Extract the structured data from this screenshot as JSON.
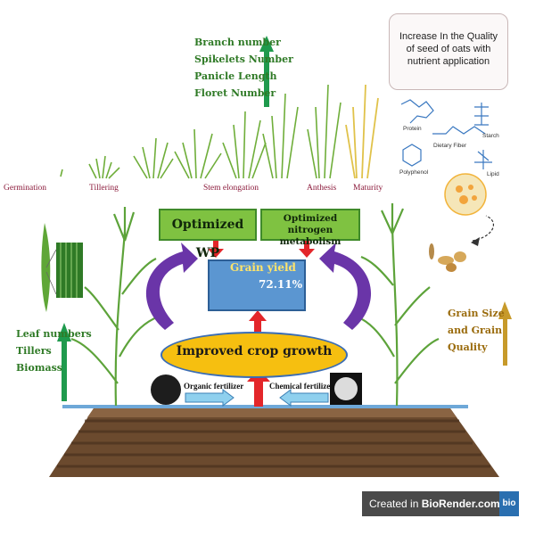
{
  "growth_stages": [
    "Germination",
    "Tillering",
    "Stem elongation",
    "Anthesis",
    "Maturity"
  ],
  "top_traits": [
    "Branch number",
    "Spikelets Number",
    "Panicle Length",
    "Floret Number"
  ],
  "callout": "Increase In the Quality of seed of oats with nutrient application",
  "components": [
    "Protein",
    "Starch",
    "Dietary Fiber",
    "Polyphenol",
    "Lipid"
  ],
  "left_traits": [
    "Leaf numbers",
    "Tillers",
    "Biomass"
  ],
  "right_traits": [
    "Grain Size",
    "and Grain",
    "Quality"
  ],
  "center": {
    "optimized_wp": "Optimized WP",
    "optimized_nitrogen": "Optimized nitrogen metabolism",
    "grain_yield_label": "Grain yield",
    "grain_yield_value": "72.11%",
    "improved_growth": "Improved crop growth"
  },
  "fertilizers": {
    "organic": "Organic fertilizer",
    "chemical": "Chemical fertilizer"
  },
  "footer": {
    "prefix": "Created in ",
    "brand": "BioRender.com",
    "logo": "bio"
  },
  "colors": {
    "green_arrow": "#1f9a4d",
    "gold_arrow": "#c79a2a",
    "red_arrow": "#e3262a",
    "purple_arrow": "#6a35a8",
    "stage_text": "#8b1a3b"
  }
}
